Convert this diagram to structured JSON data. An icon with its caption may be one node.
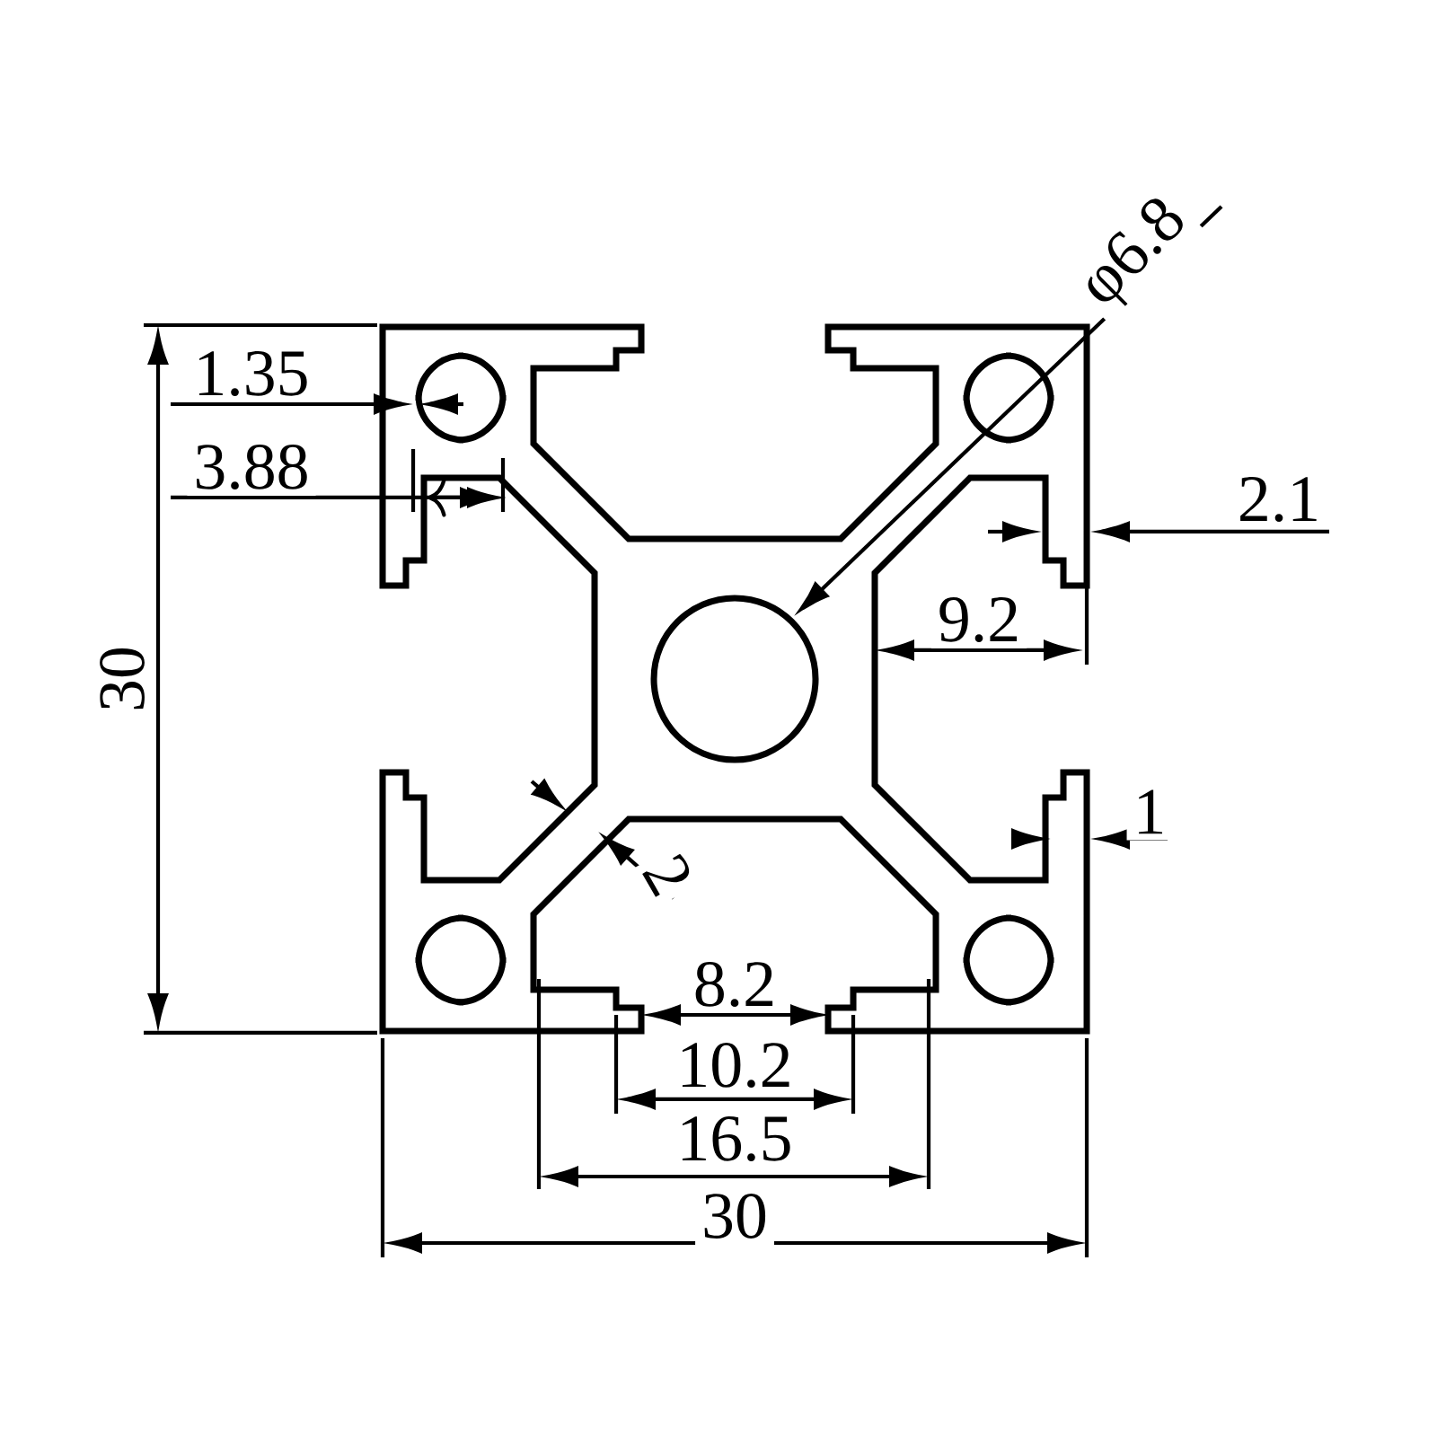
{
  "diagram": {
    "labels": [
      "φ6.8",
      "1.35",
      "3.88",
      "2.1",
      "30",
      "9.2",
      "1",
      "2",
      "8.2",
      "10.2",
      "16.5",
      "30"
    ]
  }
}
